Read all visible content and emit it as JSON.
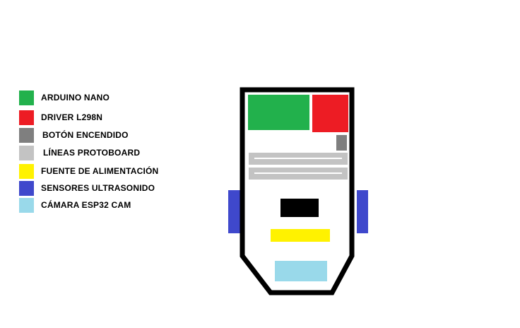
{
  "legend": [
    {
      "label": "ARDUINO NANO",
      "color": "#22b14c"
    },
    {
      "label": "DRIVER L298N",
      "color": "#ed1c24"
    },
    {
      "label": "BOTÓN ENCENDIDO",
      "color": "#7f7f7f"
    },
    {
      "label": "LÍNEAS PROTOBOARD",
      "color": "#c3c3c3"
    },
    {
      "label": "FUENTE DE ALIMENTACIÓN",
      "color": "#fff200"
    },
    {
      "label": "SENSORES ULTRASONIDO",
      "color": "#3f48cc"
    },
    {
      "label": "CÁMARA ESP32 CAM",
      "color": "#99d9ea"
    }
  ],
  "colors": {
    "outline": "#000000",
    "protoboard_line": "#ffffff"
  }
}
